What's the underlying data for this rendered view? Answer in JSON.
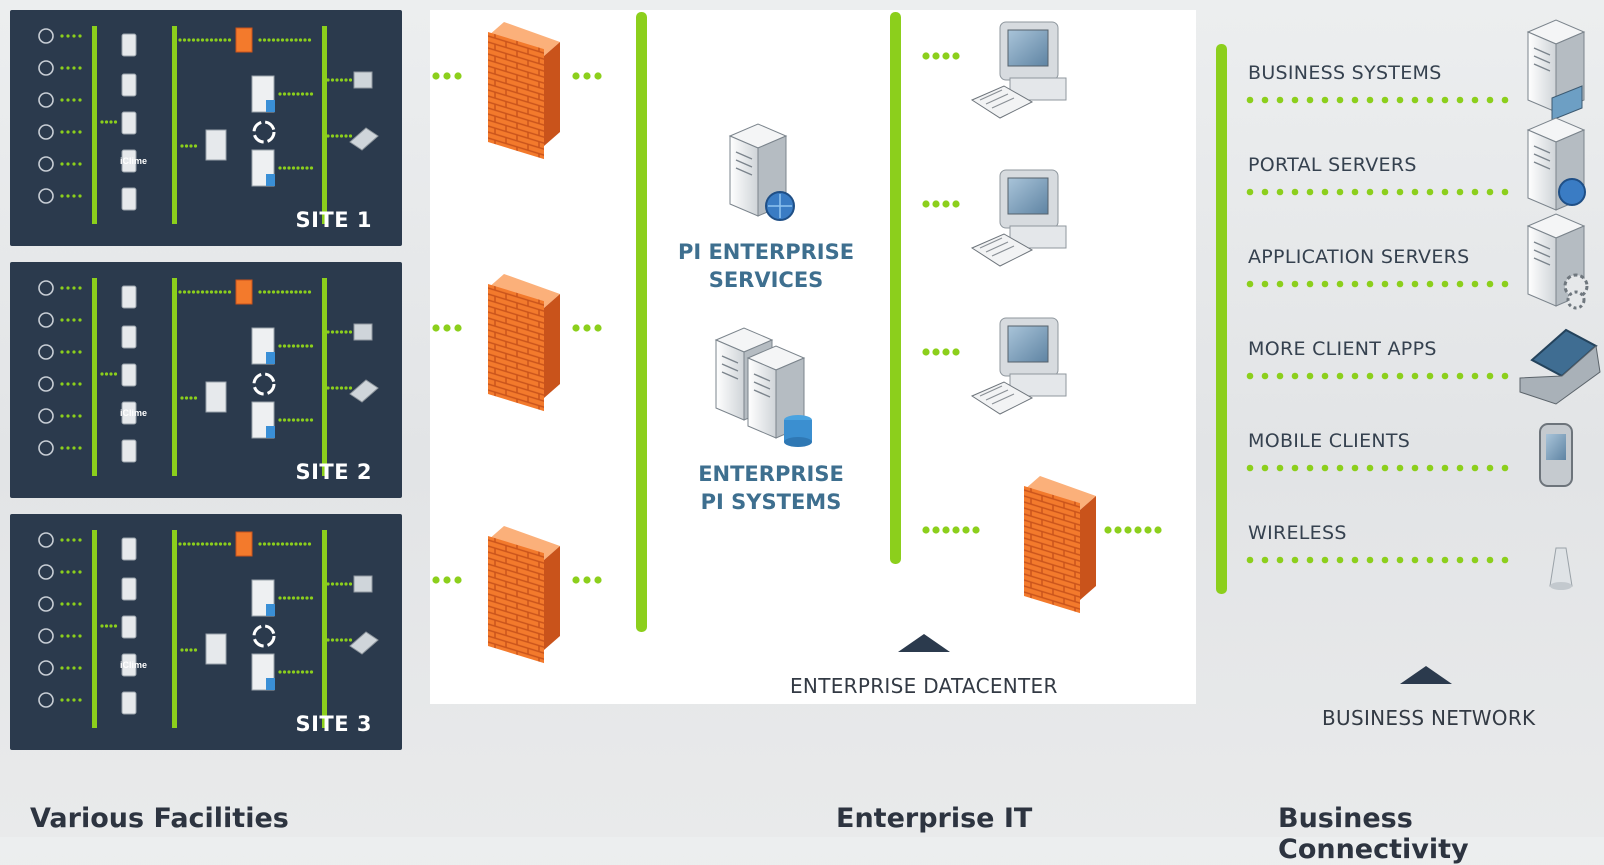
{
  "sites": [
    {
      "label": "SITE 1"
    },
    {
      "label": "SITE 2"
    },
    {
      "label": "SITE 3"
    }
  ],
  "site_legend": {
    "control_values": "iClime"
  },
  "services": {
    "pi_enterprise": {
      "line1": "PI ENTERPRISE",
      "line2": "SERVICES"
    },
    "enterprise_pi": {
      "line1": "ENTERPRISE",
      "line2": "PI SYSTEMS"
    }
  },
  "captions": {
    "datacenter": "ENTERPRISE DATACENTER",
    "business_network": "BUSINESS NETWORK"
  },
  "business_items": [
    {
      "label": "BUSINESS SYSTEMS",
      "icon": "server-tablet-icon"
    },
    {
      "label": "PORTAL SERVERS",
      "icon": "server-globe-icon"
    },
    {
      "label": "APPLICATION SERVERS",
      "icon": "server-gear-icon"
    },
    {
      "label": "MORE CLIENT APPS",
      "icon": "laptop-icon"
    },
    {
      "label": "MOBILE CLIENTS",
      "icon": "mobile-icon"
    },
    {
      "label": "WIRELESS",
      "icon": "wireless-icon"
    }
  ],
  "sections": {
    "facilities": "Various Facilities",
    "enterprise_it": "Enterprise IT",
    "business": "Business Connectivity"
  },
  "colors": {
    "bus": "#8ccf1c",
    "firewall": "#f26f21",
    "panel": "#2b3a4d",
    "service_text": "#3e6f8f"
  }
}
